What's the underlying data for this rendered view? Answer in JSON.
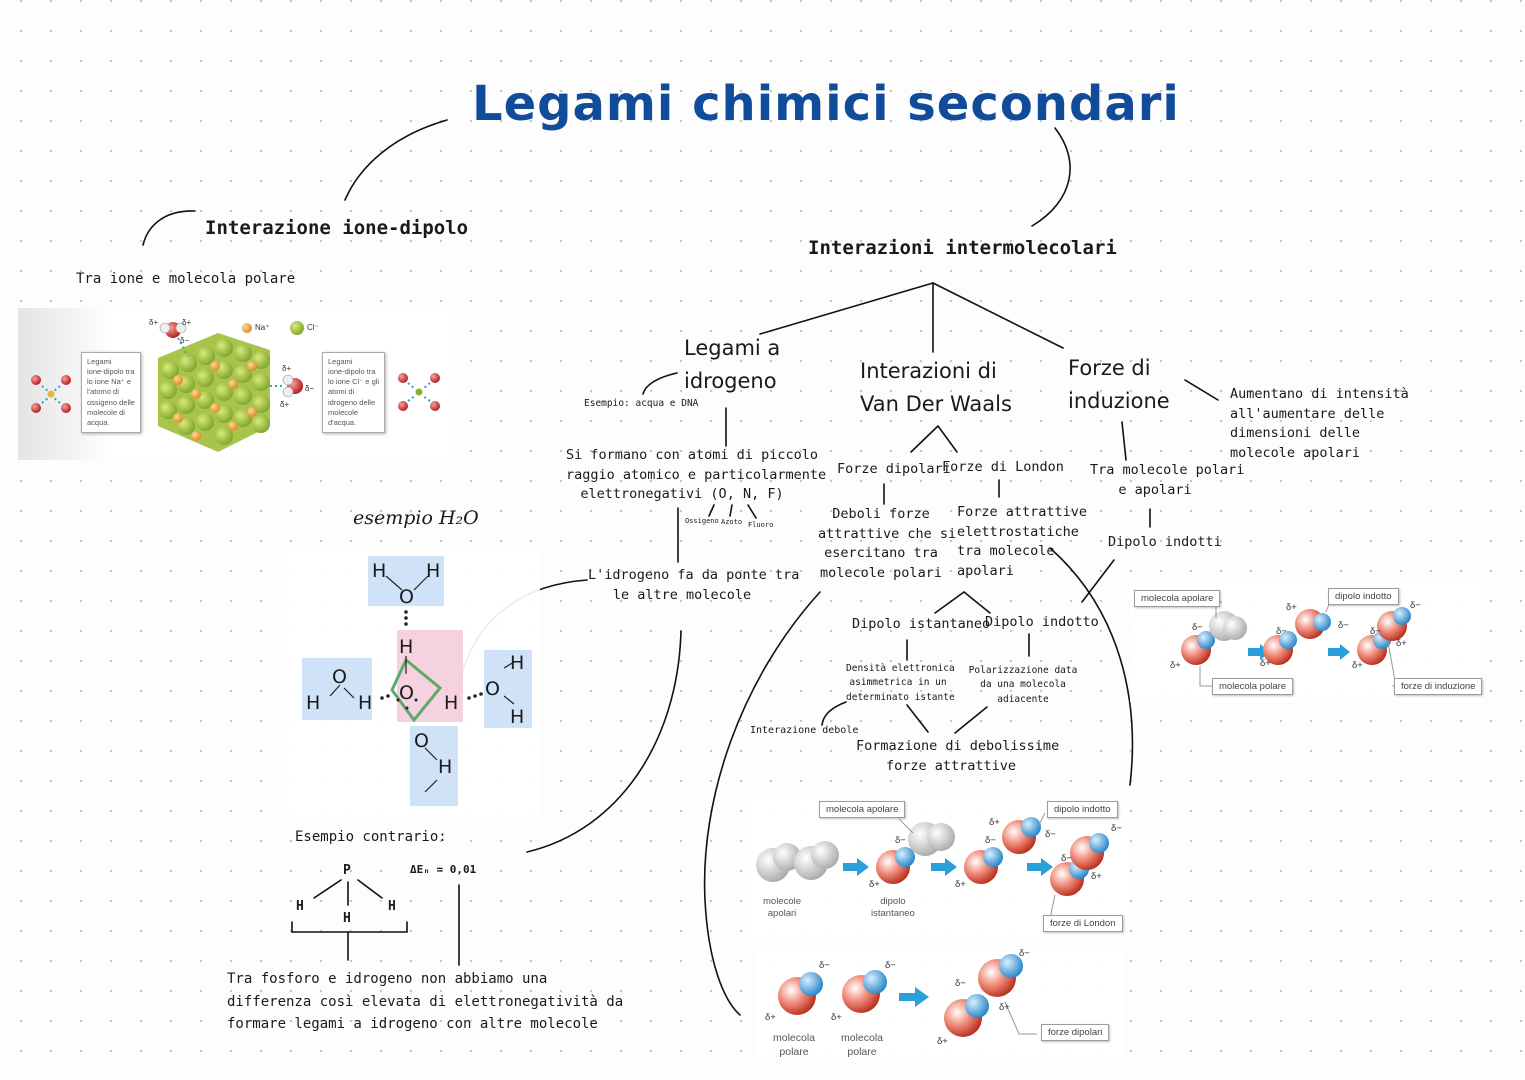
{
  "title": "Legami chimici secondari",
  "ion_dipole": {
    "heading": "Interazione ione-dipolo",
    "desc": "Tra ione e molecola polare",
    "box_left": "Legami\nione-dipolo tra\nlo ione Na⁺ e\nl'atomo di\nossigeno delle\nmolecole di\nacqua.",
    "box_right": "Legami\nione-dipolo tra\nlo ione Cl⁻ e gli\natomi di\nidrogeno delle\nmolecole\nd'acqua.",
    "legend_na": "Na⁺",
    "legend_cl": "Cl⁻"
  },
  "h2o_example": {
    "label": "esempio H₂O",
    "atoms": [
      "H",
      "O",
      "H",
      "H",
      "O",
      "H",
      "H",
      "O",
      "H",
      "O",
      "H",
      "H",
      "O",
      "H"
    ]
  },
  "counter_example": {
    "label": "Esempio contrario:",
    "delta": "ΔEₙ = 0,01",
    "atoms": [
      "P",
      "H",
      "H",
      "H"
    ],
    "text": "Tra fosforo e idrogeno non abbiamo una\ndifferenza così elevata di elettronegatività da\nformare legami a idrogeno con altre molecole"
  },
  "intermolecular": {
    "heading": "Interazioni intermolecolari",
    "hydrogen": {
      "title": "Legami a\nidrogeno",
      "example": "Esempio: acqua e DNA",
      "desc": "Si formano con atomi di piccolo\nraggio atomico e particolarmente\nelettronegativi (O, N, F)",
      "sub_o": "Ossigeno",
      "sub_n": "Azoto",
      "sub_f": "Fluoro",
      "bridge": "L'idrogeno fa da ponte tra\nle altre molecole"
    },
    "vdw": {
      "title": "Interazioni di\nVan Der Waals",
      "dipolar": "Forze dipolari",
      "dipolar_desc": "Deboli forze\nattrattive che si\nesercitano tra\nmolecole polari",
      "london": "Forze di London",
      "london_desc": "Forze attrattive\nelettrostatiche\ntra molecole\napolari",
      "instant": "Dipolo istantaneo",
      "instant_desc": "Densità elettronica\nasimmetrica in un\ndeterminato istante",
      "induced": "Dipolo indotto",
      "induced_desc": "Polarizzazione data\nda una molecola\nadiacente",
      "weak": "Interazione debole",
      "result": "Formazione di debolissime\nforze attrattive"
    },
    "induction": {
      "title": "Forze di\ninduzione",
      "note": "Aumentano di intensità\nall'aumentare delle\ndimensioni delle\nmolecole apolari",
      "between": "Tra molecole polari\ne apolari",
      "induced": "Dipolo indotti"
    }
  },
  "diagram_induction": {
    "apolar": "molecola apolare",
    "induced": "dipolo indotto",
    "polar": "molecola polare",
    "forces": "forze di induzione"
  },
  "diagram_london": {
    "apolar": "molecola apolare",
    "induced": "dipolo indotto",
    "apolars": "molecole\napolari",
    "instant": "dipolo\nistantaneo",
    "forces": "forze di London"
  },
  "diagram_dipolar": {
    "polar": "molecola\npolare",
    "forces": "forze dipolari"
  },
  "symbols": {
    "dplus": "δ+",
    "dminus": "δ−"
  }
}
